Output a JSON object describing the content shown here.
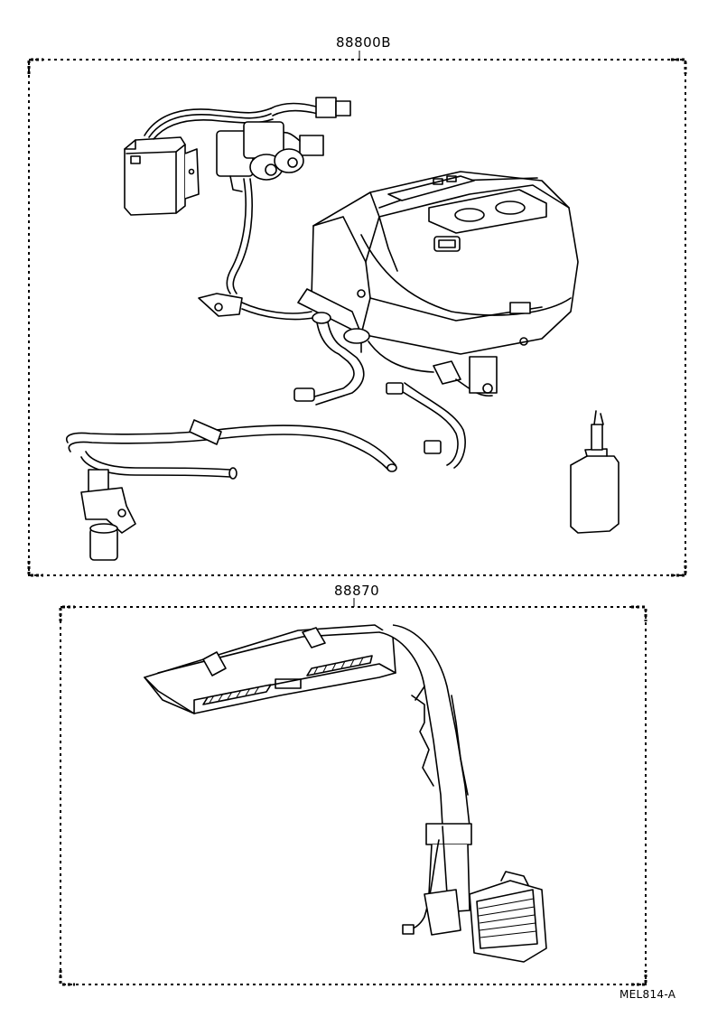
{
  "assemblies": [
    {
      "part_number": "88800B"
    },
    {
      "part_number": "88870"
    }
  ],
  "illustration_code": "MEL814-A"
}
